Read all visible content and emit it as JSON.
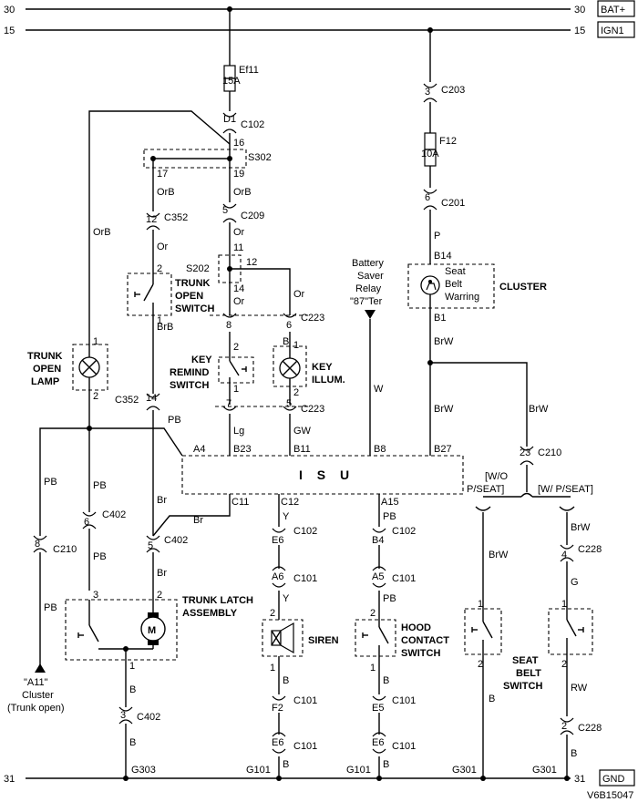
{
  "rails": {
    "bat_left": "30",
    "bat_right": "30",
    "bat_label": "BAT+",
    "ign_left": "15",
    "ign_right": "15",
    "ign_label": "IGN1",
    "gnd_left": "31",
    "gnd_right": "31",
    "gnd_label": "GND"
  },
  "fuses": {
    "ef11_name": "Ef11",
    "ef11_rating": "15A",
    "f12_name": "F12",
    "f12_rating": "10A"
  },
  "pins": {
    "d1": "D1",
    "c102": "C102",
    "p16": "16",
    "s302": "S302",
    "p17": "17",
    "p19": "19",
    "p3": "3",
    "c203": "C203",
    "p6": "6",
    "c201": "C201",
    "p12a": "12",
    "c352a": "C352",
    "p5": "5",
    "c209": "C209",
    "p11": "11",
    "s202": "S202",
    "p12b": "12",
    "p14a": "14",
    "p8": "8",
    "p6b": "6",
    "c223a": "C223",
    "p7": "7",
    "p5b": "5",
    "c223b": "C223",
    "c352b": "C352",
    "p14b": "14",
    "b14": "B14",
    "b1": "B1",
    "a4": "A4",
    "b23": "B23",
    "b11": "B11",
    "b8": "B8",
    "b27": "B27",
    "c11": "C11",
    "c12": "C12",
    "a15": "A15",
    "p23": "23",
    "c210a": "C210",
    "p8b": "8",
    "c210b": "C210",
    "p6c": "6",
    "c402a": "C402",
    "p5c": "5",
    "c402b": "C402",
    "e6a": "E6",
    "c102b": "C102",
    "b4": "B4",
    "c102c": "C102",
    "a6": "A6",
    "c101a": "C101",
    "a5": "A5",
    "c101b": "C101",
    "p4": "4",
    "c228a": "C228",
    "p1a": "1",
    "p2a": "2",
    "p1b": "1",
    "p2b": "2",
    "p1c": "1",
    "p2c": "2",
    "p3b": "3",
    "p2d": "2",
    "p1d": "1",
    "p2e": "2",
    "p1e": "1",
    "p2f": "2",
    "p1f": "1",
    "p2g": "2",
    "p1g": "1",
    "p1h": "1",
    "p2h": "2",
    "p1i": "1",
    "p2i": "2",
    "p3c": "3",
    "c402c": "C402",
    "f2": "F2",
    "c101c": "C101",
    "e5": "E5",
    "c101d": "C101",
    "e6b": "E6",
    "c101e": "C101",
    "e6c": "E6",
    "c101f": "C101",
    "p2j": "2",
    "c228b": "C228"
  },
  "wires": {
    "orb1": "OrB",
    "orb2": "OrB",
    "orb3": "OrB",
    "or1": "Or",
    "or2": "Or",
    "or3": "Or",
    "or4": "Or",
    "p": "P",
    "brb": "BrB",
    "brw1": "BrW",
    "brw2": "BrW",
    "brw3": "BrW",
    "brw4": "BrW",
    "brw5": "BrW",
    "w": "W",
    "lg": "Lg",
    "gw": "GW",
    "b1": "B",
    "b2": "B",
    "pb1": "PB",
    "pb2": "PB",
    "pb3": "PB",
    "pb4": "PB",
    "pb5": "PB",
    "pb6": "PB",
    "pb7": "PB",
    "br1": "Br",
    "br2": "Br",
    "br3": "Br",
    "y1": "Y",
    "y2": "Y",
    "g": "G",
    "bw1": "B",
    "bw2": "B",
    "bw3": "B",
    "bw4": "B",
    "bw5": "B",
    "bw6": "B",
    "bw7": "B",
    "bw8": "B",
    "bw9": "B",
    "rw": "RW"
  },
  "components": {
    "trunk_open_switch": [
      "TRUNK",
      "OPEN",
      "SWITCH"
    ],
    "trunk_open_lamp": [
      "TRUNK",
      "OPEN",
      "LAMP"
    ],
    "key_remind_switch": [
      "KEY",
      "REMIND",
      "SWITCH"
    ],
    "key_illum": [
      "KEY",
      "ILLUM."
    ],
    "battery_saver": [
      "Battery",
      "Saver",
      "Relay",
      "\"87\"Ter"
    ],
    "seat_belt_text": [
      "Seat",
      "Belt",
      "Warring"
    ],
    "cluster": "CLUSTER",
    "isu": "I S U",
    "wo_seat": [
      "[W/O",
      "P/SEAT]"
    ],
    "w_seat": "[W/ P/SEAT]",
    "trunk_latch": [
      "TRUNK LATCH",
      "ASSEMBLY"
    ],
    "motor": "M",
    "siren": "SIREN",
    "hood_switch": [
      "HOOD",
      "CONTACT",
      "SWITCH"
    ],
    "seat_belt_switch": [
      "SEAT",
      "BELT",
      "SWITCH"
    ],
    "a11_cluster": [
      "\"A11\"",
      "Cluster",
      "(Trunk open)"
    ]
  },
  "grounds": {
    "g303": "G303",
    "g101a": "G101",
    "g101b": "G101",
    "g301a": "G301",
    "g301b": "G301"
  },
  "figure_code": "V6B15047"
}
